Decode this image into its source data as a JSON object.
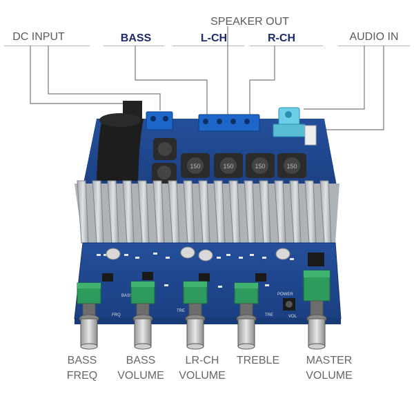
{
  "labels": {
    "speaker_out": "SPEAKER OUT",
    "dc_input": "DC INPUT",
    "bass": "BASS",
    "l_ch": "L-CH",
    "r_ch": "R-CH",
    "audio_in": "AUDIO IN"
  },
  "knobs": [
    {
      "line1": "BASS",
      "line2": "FREQ"
    },
    {
      "line1": "BASS",
      "line2": "VOLUME"
    },
    {
      "line1": "LR-CH",
      "line2": "VOLUME"
    },
    {
      "line1": "TREBLE",
      "line2": ""
    },
    {
      "line1": "MASTER",
      "line2": "VOLUME"
    }
  ],
  "board": {
    "inductor_text": "150",
    "pcb_labels": [
      "FRQ",
      "BASS",
      "TRE",
      "TRE",
      "VOL",
      "POWER"
    ]
  },
  "colors": {
    "pcb": "#1f4fa0",
    "heatsink": "#c9cdd1",
    "terminal": "#1e66c8",
    "pot": "#2e9a5c",
    "knob": "#c9c9c9",
    "label_bold": "#1d2a6e"
  }
}
